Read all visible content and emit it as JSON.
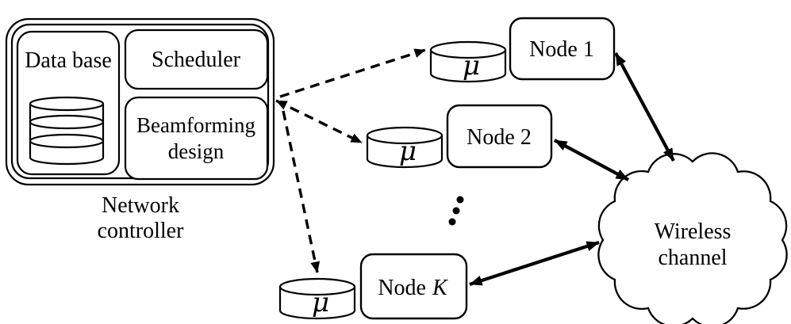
{
  "controller": {
    "database_label": "Data base",
    "scheduler_label": "Scheduler",
    "beamforming_label_line1": "Beamforming",
    "beamforming_label_line2": "design",
    "caption_line1": "Network",
    "caption_line2": "controller"
  },
  "cache": {
    "symbol": "μ"
  },
  "nodes": {
    "node1_label": "Node 1",
    "node2_label": "Node 2",
    "nodeK_label_prefix": "Node",
    "nodeK_label_variable": "K"
  },
  "cloud": {
    "label_line1": "Wireless",
    "label_line2": "channel"
  },
  "colors": {
    "line": "#000000",
    "background": "#ffffff"
  }
}
